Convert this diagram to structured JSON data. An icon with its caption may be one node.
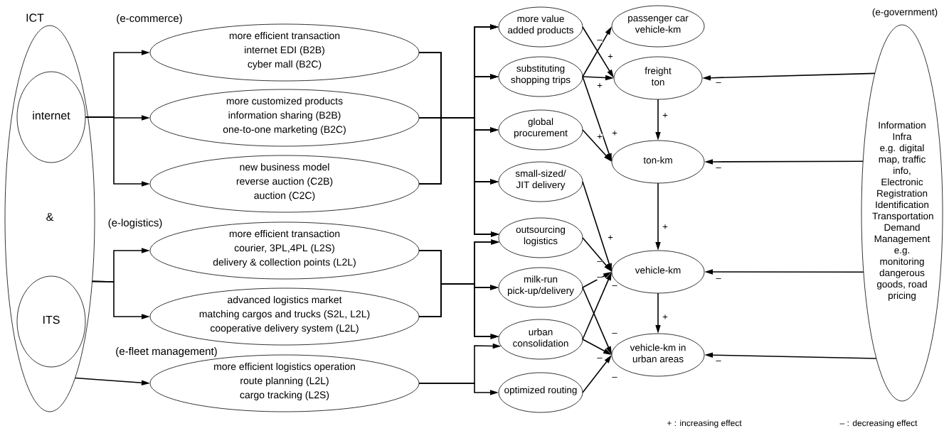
{
  "diagram": {
    "nodes": [
      {
        "text": [
          "ICT",
          "&"
        ]
      },
      {
        "text": [
          "internet"
        ],
        "in": 0
      },
      {
        "text": [
          "ITS"
        ],
        "in": 0
      },
      {
        "text": [
          "more efficient transaction",
          "internet EDI (B2B)",
          "cyber mall (B2C)"
        ]
      },
      {
        "text": [
          "more customized products",
          "information sharing (B2B)",
          "one-to-one marketing (B2C)"
        ]
      },
      {
        "text": [
          "new business model",
          "reverse auction (C2B)",
          "auction (C2C)"
        ]
      },
      {
        "text": [
          "more efficient transaction",
          "courier, 3PL,4PL (L2S)",
          "delivery  & collection points (L2L)"
        ]
      },
      {
        "text": [
          "advanced logistics market",
          "matching cargos and trucks (S2L, L2L)",
          "cooperative delivery system  (L2L)"
        ]
      },
      {
        "text": [
          "more efficient logistics operation",
          "route planning (L2L)",
          "cargo tracking (L2S)"
        ]
      },
      {
        "text": [
          "more value added products"
        ]
      },
      {
        "text": [
          "substituting shopping trips"
        ]
      },
      {
        "text": [
          "global procurement"
        ]
      },
      {
        "text": [
          "small-sized/ JIT delivery"
        ]
      },
      {
        "text": [
          "outsourcing logistics"
        ]
      },
      {
        "text": [
          "milk-run pick-up/delivery"
        ]
      },
      {
        "text": [
          "urban consolidation"
        ]
      },
      {
        "text": [
          "optimized routing"
        ]
      },
      {
        "text": [
          "passenger car vehicle-km"
        ]
      },
      {
        "text": [
          "freight ton"
        ]
      },
      {
        "text": [
          "ton-km"
        ]
      },
      {
        "text": [
          "vehicle-km"
        ]
      },
      {
        "text": [
          "vehicle-km in urban areas"
        ]
      },
      {
        "text": [
          "(e-government)",
          "Information Infra",
          "e.g. digital map, traffic info, Electronic Registration Identification",
          "Transportation Demand Management",
          "e.g. monitoring dangerous goods, road pricing"
        ]
      }
    ],
    "edges": [
      {
        "from": 1,
        "to": 3,
        "arrow": "to"
      },
      {
        "from": 1,
        "to": 4,
        "arrow": "to"
      },
      {
        "from": 1,
        "to": 5,
        "arrow": "to"
      },
      {
        "from": 0,
        "to": 6,
        "arrow": "to"
      },
      {
        "from": 0,
        "to": 7,
        "arrow": "to"
      },
      {
        "from": 0,
        "to": 8,
        "arrow": "to"
      },
      {
        "from": 3,
        "to": 9,
        "arrow": "to"
      },
      {
        "from": 3,
        "to": 10,
        "arrow": "to"
      },
      {
        "from": 3,
        "to": 11,
        "arrow": "to"
      },
      {
        "from": 3,
        "to": 12,
        "arrow": "to"
      },
      {
        "from": 3,
        "to": 13,
        "arrow": "to"
      },
      {
        "from": 4,
        "to": 9,
        "arrow": "to"
      },
      {
        "from": 4,
        "to": 10,
        "arrow": "to"
      },
      {
        "from": 4,
        "to": 11,
        "arrow": "to"
      },
      {
        "from": 4,
        "to": 12,
        "arrow": "to"
      },
      {
        "from": 4,
        "to": 13,
        "arrow": "to"
      },
      {
        "from": 5,
        "to": 9,
        "arrow": "to"
      },
      {
        "from": 5,
        "to": 10,
        "arrow": "to"
      },
      {
        "from": 5,
        "to": 11,
        "arrow": "to"
      },
      {
        "from": 5,
        "to": 12,
        "arrow": "to"
      },
      {
        "from": 5,
        "to": 13,
        "arrow": "to"
      },
      {
        "from": 6,
        "to": 13,
        "arrow": "to"
      },
      {
        "from": 6,
        "to": 14,
        "arrow": "to"
      },
      {
        "from": 6,
        "to": 15,
        "arrow": "to"
      },
      {
        "from": 7,
        "to": 13,
        "arrow": "to"
      },
      {
        "from": 7,
        "to": 14,
        "arrow": "to"
      },
      {
        "from": 7,
        "to": 15,
        "arrow": "to"
      },
      {
        "from": 8,
        "to": 15,
        "arrow": "to"
      },
      {
        "from": 8,
        "to": 16,
        "arrow": "to"
      },
      {
        "from": 9,
        "to": 18,
        "arrow": "to",
        "label": "+"
      },
      {
        "from": 10,
        "to": 17,
        "arrow": "to",
        "label": "–"
      },
      {
        "from": 10,
        "to": 18,
        "arrow": "to",
        "label": "+"
      },
      {
        "from": 10,
        "to": 19,
        "arrow": "to",
        "label": "+"
      },
      {
        "from": 11,
        "to": 19,
        "arrow": "to",
        "label": "+"
      },
      {
        "from": 12,
        "to": 20,
        "arrow": "to",
        "label": "+"
      },
      {
        "from": 13,
        "to": 20,
        "arrow": "to",
        "label": "–"
      },
      {
        "from": 14,
        "to": 20,
        "arrow": "to",
        "label": "–"
      },
      {
        "from": 14,
        "to": 21,
        "arrow": "to",
        "label": "–"
      },
      {
        "from": 15,
        "to": 20,
        "arrow": "to",
        "label": "–"
      },
      {
        "from": 15,
        "to": 21,
        "arrow": "to",
        "label": "–"
      },
      {
        "from": 16,
        "to": 21,
        "arrow": "to",
        "label": "–"
      },
      {
        "from": 18,
        "to": 19,
        "arrow": "to",
        "label": "+"
      },
      {
        "from": 19,
        "to": 20,
        "arrow": "to",
        "label": "+"
      },
      {
        "from": 20,
        "to": 21,
        "arrow": "to",
        "label": "+"
      },
      {
        "from": 22,
        "to": 18,
        "arrow": "to",
        "label": "–"
      },
      {
        "from": 22,
        "to": 19,
        "arrow": "to",
        "label": "–"
      },
      {
        "from": 22,
        "to": 20,
        "arrow": "to",
        "label": "–"
      },
      {
        "from": 22,
        "to": 21,
        "arrow": "to",
        "label": "–"
      }
    ],
    "labels": [
      "(e-commerce)",
      "(e-logistics)",
      "(e-fleet management)",
      "+ :  increasing effect",
      "– : decreasing effect"
    ]
  }
}
